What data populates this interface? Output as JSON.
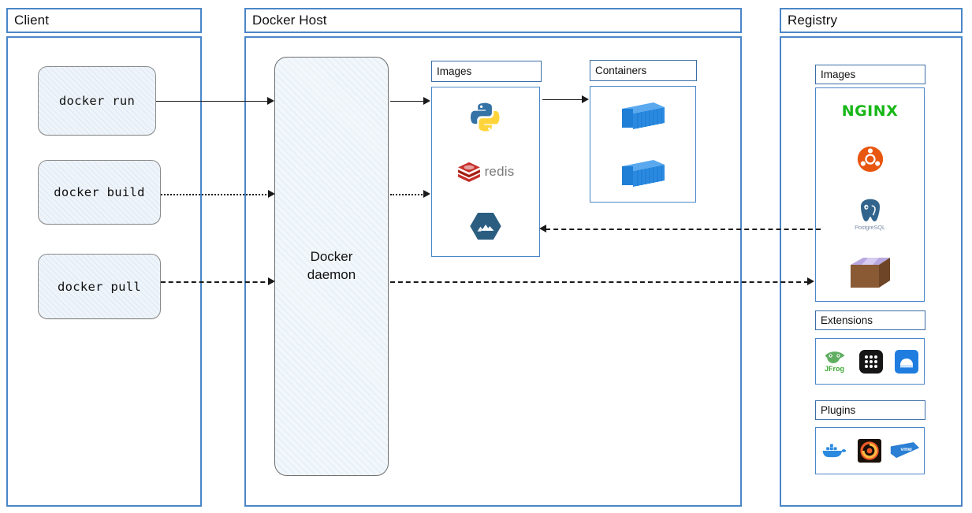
{
  "regions": [
    {
      "key": "client",
      "title": "Client"
    },
    {
      "key": "host",
      "title": "Docker Host"
    },
    {
      "key": "registry",
      "title": "Registry"
    }
  ],
  "client": {
    "title": "Client",
    "commands": [
      {
        "label": "docker run",
        "line_style": "solid"
      },
      {
        "label": "docker build",
        "line_style": "dotted"
      },
      {
        "label": "docker pull",
        "line_style": "dashed"
      }
    ]
  },
  "host": {
    "title": "Docker Host",
    "daemon": {
      "line1": "Docker",
      "line2": "daemon"
    },
    "images_panel": {
      "title": "Images",
      "items": [
        {
          "name": "python-logo",
          "label": "Python"
        },
        {
          "name": "redis-logo",
          "label": "redis"
        },
        {
          "name": "alpine-logo",
          "label": "Alpine"
        }
      ]
    },
    "containers_panel": {
      "title": "Containers",
      "items": [
        {
          "name": "container-icon",
          "label": "container"
        },
        {
          "name": "container-icon",
          "label": "container"
        }
      ]
    }
  },
  "registry": {
    "title": "Registry",
    "images_panel": {
      "title": "Images",
      "items": [
        {
          "name": "nginx-logo",
          "label": "NGINX"
        },
        {
          "name": "ubuntu-logo",
          "label": "Ubuntu"
        },
        {
          "name": "postgresql-logo",
          "label": "PostgreSQL"
        },
        {
          "name": "package-box-icon",
          "label": "Package"
        }
      ]
    },
    "extensions_panel": {
      "title": "Extensions",
      "items": [
        {
          "name": "jfrog-logo",
          "label": "JFrog"
        },
        {
          "name": "grid-app-icon",
          "label": "Apps"
        },
        {
          "name": "blue-app-icon",
          "label": "Extension"
        }
      ]
    },
    "plugins_panel": {
      "title": "Plugins",
      "items": [
        {
          "name": "docker-whale-logo",
          "label": "Docker"
        },
        {
          "name": "grafana-logo",
          "label": "Grafana"
        },
        {
          "name": "vmware-logo",
          "label": "VMware"
        }
      ]
    }
  },
  "colors": {
    "frame_blue": "#4a86c8",
    "panel_blue": "#3a6ea5",
    "line_black": "#1a1a1a",
    "nginx_green": "#18b718",
    "redis_red": "#c6302b",
    "ubuntu_orange": "#e8560f",
    "postgres_blue": "#31648c",
    "container_blue": "#2b8ae0",
    "alpine_blue": "#2b5d81"
  },
  "nginx_text": "NGINX",
  "redis_text": "redis",
  "postgres_text": "PostgreSQL",
  "jfrog_text": "JFrog",
  "vmware_text": "vmw"
}
